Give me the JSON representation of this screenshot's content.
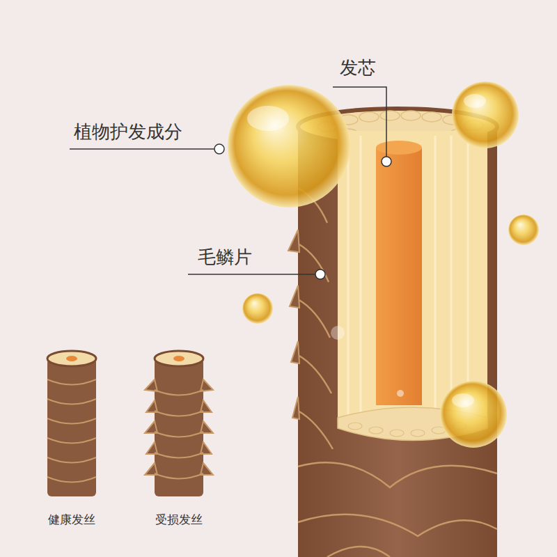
{
  "diagram": {
    "labels": [
      "发芯",
      "植物护发成分",
      "毛鳞片",
      "健康发丝",
      "受损发丝"
    ]
  }
}
